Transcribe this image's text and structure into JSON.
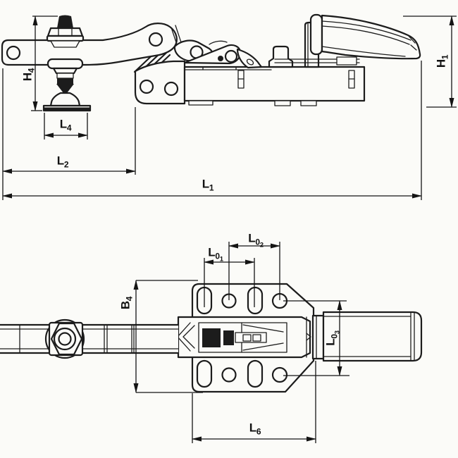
{
  "drawing": {
    "background_color": "#fbfbf8",
    "line_color": "#1c1c1c",
    "label_color": "#111111"
  },
  "dimension_labels": {
    "h4": {
      "main": "H",
      "sub": "4"
    },
    "l4": {
      "main": "L",
      "sub": "4"
    },
    "l2": {
      "main": "L",
      "sub": "2"
    },
    "l1": {
      "main": "L",
      "sub": "1"
    },
    "h1": {
      "main": "H",
      "sub": "1"
    },
    "l01": {
      "main": "L",
      "sub": "0",
      "subsub": "1"
    },
    "l02": {
      "main": "L",
      "sub": "0",
      "subsub": "2"
    },
    "b4": {
      "main": "B",
      "sub": "4"
    },
    "l03": {
      "main": "L",
      "sub": "0",
      "subsub": "3"
    },
    "l6": {
      "main": "L",
      "sub": "6"
    }
  }
}
